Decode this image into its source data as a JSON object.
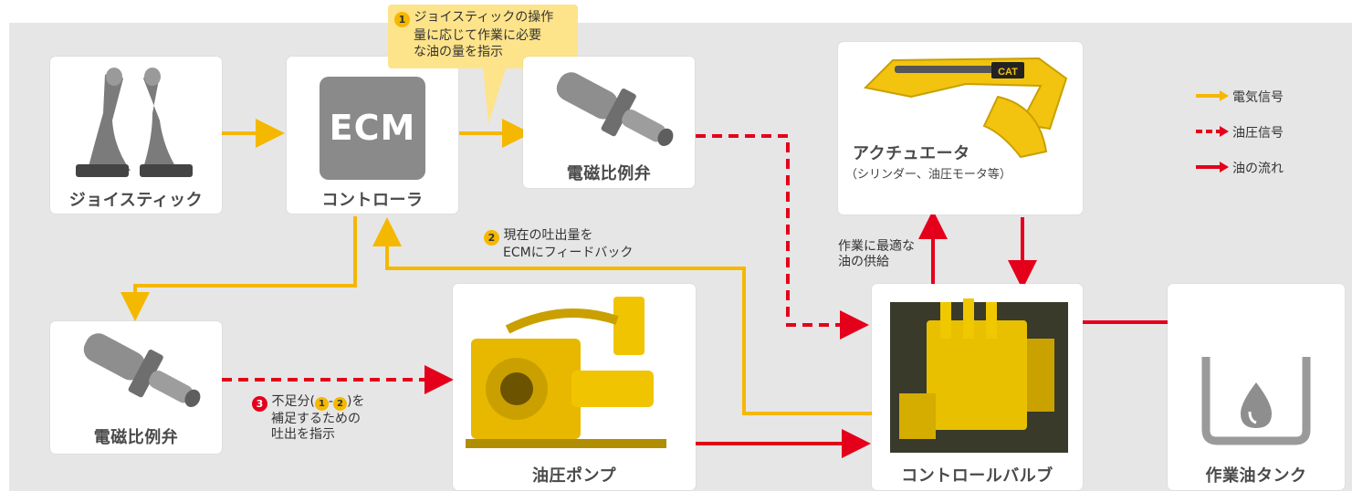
{
  "cards": {
    "joystick": {
      "label": "ジョイスティック"
    },
    "controller": {
      "label": "コントローラ",
      "chip": "ECM"
    },
    "solenoid_top": {
      "label": "電磁比例弁"
    },
    "actuator": {
      "label": "アクチュエータ",
      "sublabel": "（シリンダー、油圧モータ等）"
    },
    "solenoid_bottom": {
      "label": "電磁比例弁"
    },
    "pump": {
      "label": "油圧ポンプ"
    },
    "control_valve": {
      "label": "コントロールバルブ"
    },
    "tank": {
      "label": "作業油タンク"
    }
  },
  "notes": {
    "n1": {
      "badge": "1",
      "lines": [
        "ジョイスティックの操作",
        "量に応じて作業に必要",
        "な油の量を指示"
      ]
    },
    "n2": {
      "badge": "2",
      "lines": [
        "現在の吐出量を",
        "ECMにフィードバック"
      ]
    },
    "n3": {
      "badge": "3",
      "line1_a": "不足分(",
      "line1_b": ")を",
      "line1_badge1": "1",
      "line1_dash": "-",
      "line1_badge2": "2",
      "lines_rest": [
        "補足するための",
        "吐出を指示"
      ]
    },
    "supply": {
      "lines": [
        "作業に最適な",
        "油の供給"
      ]
    }
  },
  "legend": {
    "electric": "電気信号",
    "hydraulic_signal": "油圧信号",
    "oil_flow": "油の流れ"
  },
  "colors": {
    "electric": "#f5b800",
    "hydraulic": "#e4001b",
    "background": "#e6e6e6",
    "card": "#ffffff"
  },
  "icons": {
    "joystick": "joystick-pair-icon",
    "solenoid": "solenoid-valve-icon",
    "actuator": "excavator-arm-icon",
    "pump": "hydraulic-pump-icon",
    "valve": "control-valve-icon",
    "tank": "oil-tank-drop-icon"
  },
  "actuator_logo": "CAT"
}
